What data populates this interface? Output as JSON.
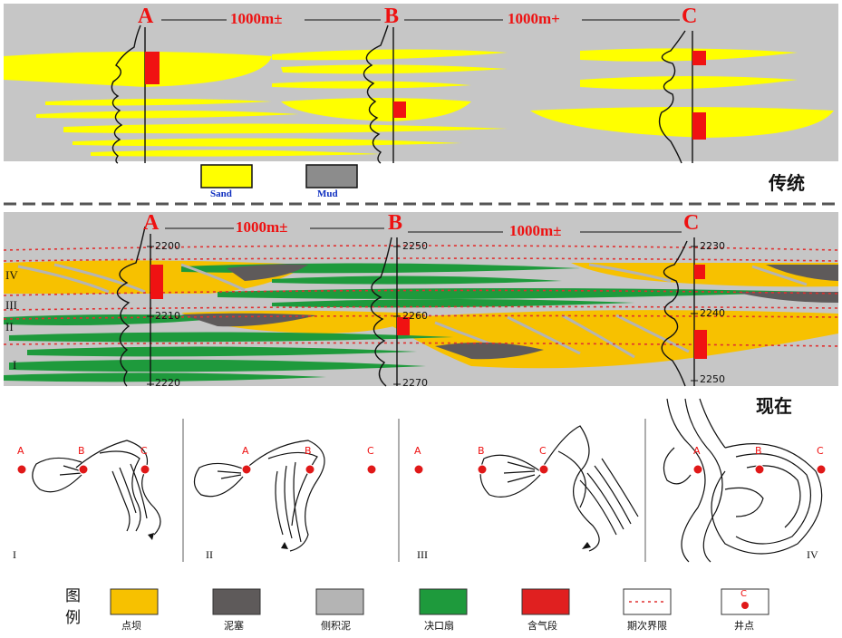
{
  "traditional": {
    "well_a": "A",
    "well_b": "B",
    "well_c": "C",
    "spacing_ab": "1000m±",
    "spacing_bc": "1000m+",
    "label": "传统",
    "legend_sand": "Sand",
    "legend_mud": "Mud"
  },
  "current": {
    "well_a": "A",
    "well_b": "B",
    "well_c": "C",
    "spacing_ab": "1000m±",
    "spacing_bc": "1000m±",
    "label": "现在",
    "depth_a": [
      "2200",
      "2210",
      "2220"
    ],
    "depth_b": [
      "2250",
      "2260",
      "2270"
    ],
    "depth_c": [
      "2230",
      "2240",
      "2250"
    ],
    "stages": [
      "IV",
      "III",
      "II",
      "I"
    ]
  },
  "maps": {
    "panel_labels": [
      "I",
      "II",
      "III",
      "IV"
    ],
    "wells": [
      "A",
      "B",
      "C"
    ]
  },
  "legend": {
    "title_top": "图",
    "title_bottom": "例",
    "items": [
      "点坝",
      "泥塞",
      "侧积泥",
      "决口扇",
      "含气段",
      "期次界限",
      "井点"
    ],
    "well_symbol_letter": "C"
  },
  "colors": {
    "background": "#c6c6c6",
    "sand": "#ffff00",
    "point_bar": "#f7c100",
    "mud_plug": "#5e5a5a",
    "lateral_mud": "#b4b4b4",
    "crevasse": "#1e9a3c",
    "gas": "#f01212",
    "text_red": "#ee1111"
  }
}
